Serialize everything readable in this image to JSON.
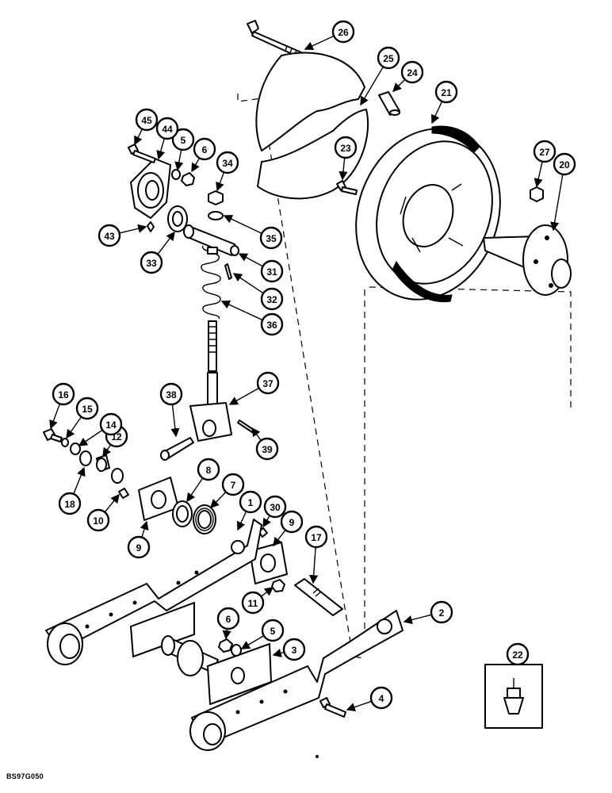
{
  "figure_code": "BS97G050",
  "callouts": [
    {
      "label": "1"
    },
    {
      "label": "2"
    },
    {
      "label": "3"
    },
    {
      "label": "4"
    },
    {
      "label": "5"
    },
    {
      "label": "5"
    },
    {
      "label": "6"
    },
    {
      "label": "6"
    },
    {
      "label": "7"
    },
    {
      "label": "8"
    },
    {
      "label": "9"
    },
    {
      "label": "9"
    },
    {
      "label": "10"
    },
    {
      "label": "11"
    },
    {
      "label": "12"
    },
    {
      "label": "14"
    },
    {
      "label": "15"
    },
    {
      "label": "16"
    },
    {
      "label": "17"
    },
    {
      "label": "18"
    },
    {
      "label": "20"
    },
    {
      "label": "21"
    },
    {
      "label": "22"
    },
    {
      "label": "23"
    },
    {
      "label": "24"
    },
    {
      "label": "25"
    },
    {
      "label": "26"
    },
    {
      "label": "27"
    },
    {
      "label": "30"
    },
    {
      "label": "31"
    },
    {
      "label": "32"
    },
    {
      "label": "33"
    },
    {
      "label": "34"
    },
    {
      "label": "35"
    },
    {
      "label": "36"
    },
    {
      "label": "37"
    },
    {
      "label": "38"
    },
    {
      "label": "39"
    },
    {
      "label": "43"
    },
    {
      "label": "44"
    },
    {
      "label": "45"
    }
  ]
}
